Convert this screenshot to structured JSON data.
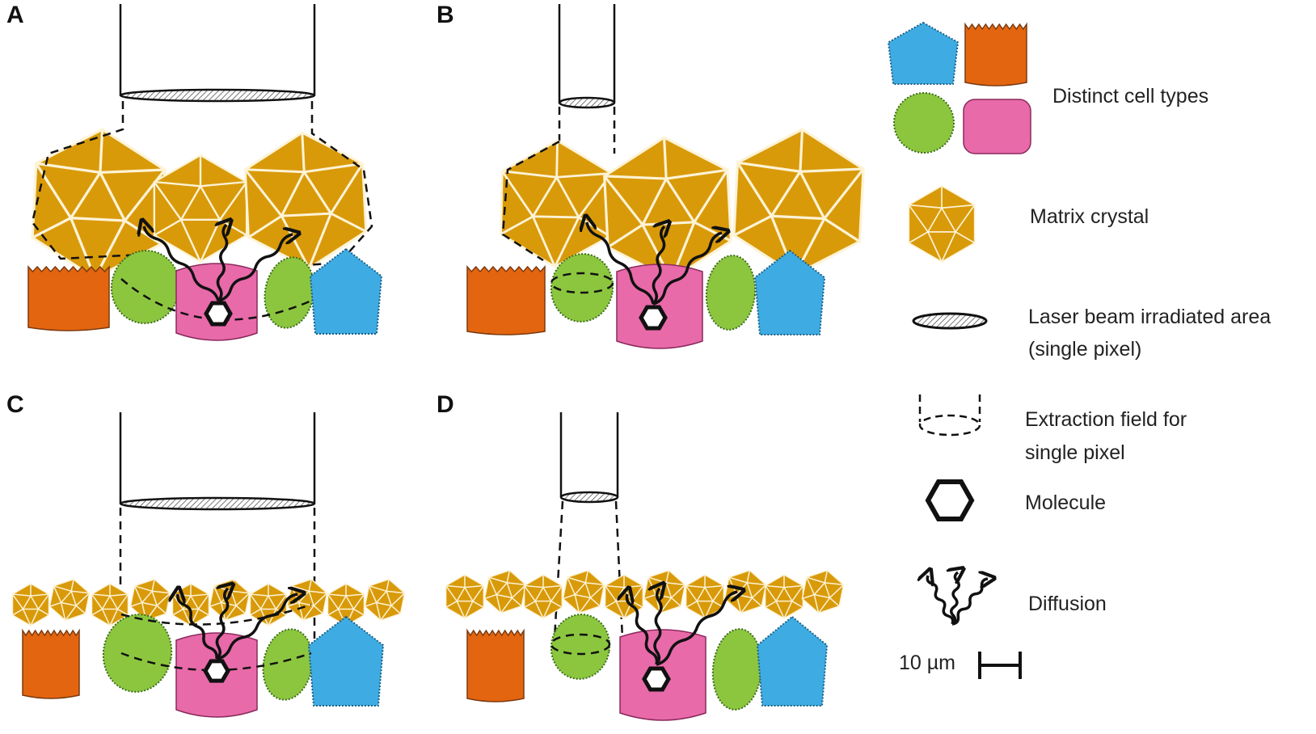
{
  "panels": [
    {
      "letter": "A"
    },
    {
      "letter": "B"
    },
    {
      "letter": "C"
    },
    {
      "letter": "D"
    }
  ],
  "legend": {
    "cell_types": "Distinct cell types",
    "matrix_crystal": "Matrix crystal",
    "laser_line1": "Laser beam irradiated area",
    "laser_line2": "(single pixel)",
    "extraction_line1": "Extraction field for",
    "extraction_line2": "single pixel",
    "molecule": "Molecule",
    "diffusion": "Diffusion",
    "scale": "10 µm"
  },
  "colors": {
    "crystal": "#d99a0a",
    "crystal_edge": "#fdf3d6",
    "orange_cell": "#e4650f",
    "green_cell": "#8cc63f",
    "pink_cell": "#e86aa9",
    "blue_cell": "#3eace3"
  }
}
